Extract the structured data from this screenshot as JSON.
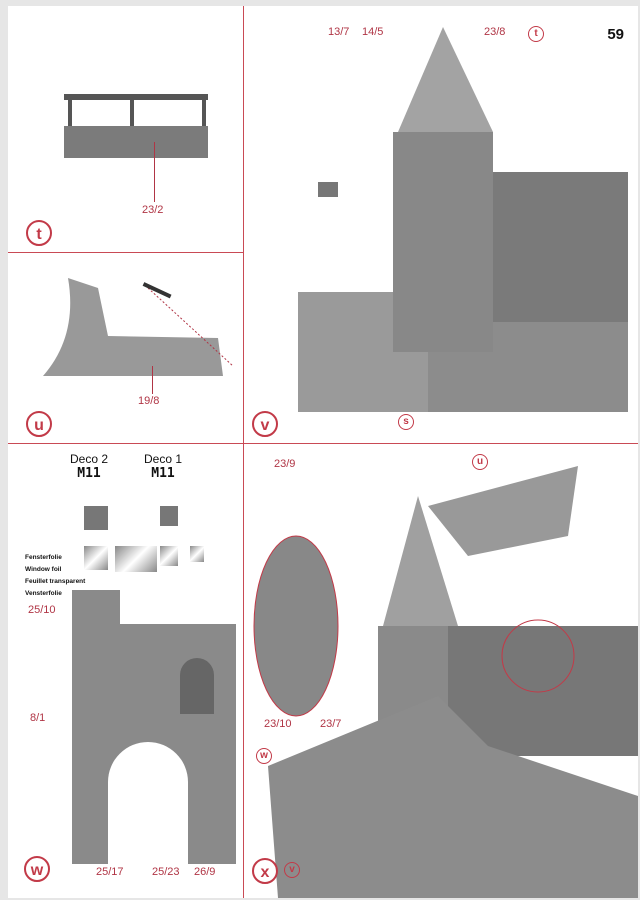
{
  "page_number": "59",
  "steps": {
    "t": {
      "marker": "t",
      "parts": [
        "23/2"
      ]
    },
    "u": {
      "marker": "u",
      "parts": [
        "19/8"
      ]
    },
    "v": {
      "marker": "v",
      "parts": [
        "13/7",
        "14/5",
        "23/8"
      ],
      "refs": [
        "t",
        "s"
      ]
    },
    "w": {
      "marker": "w",
      "decos": [
        {
          "label": "Deco 2",
          "code": "M11"
        },
        {
          "label": "Deco 1",
          "code": "M11"
        }
      ],
      "foil_labels": [
        "Fensterfolie",
        "Window foil",
        "Feuillet transparent",
        "Vensterfolie"
      ],
      "parts": [
        "25/10",
        "8/1",
        "25/17",
        "25/23",
        "26/9"
      ]
    },
    "x": {
      "marker": "x",
      "parts": [
        "23/9",
        "23/10",
        "23/7"
      ],
      "refs": [
        "u",
        "w",
        "v"
      ]
    }
  },
  "colors": {
    "accent": "#c23a48"
  }
}
